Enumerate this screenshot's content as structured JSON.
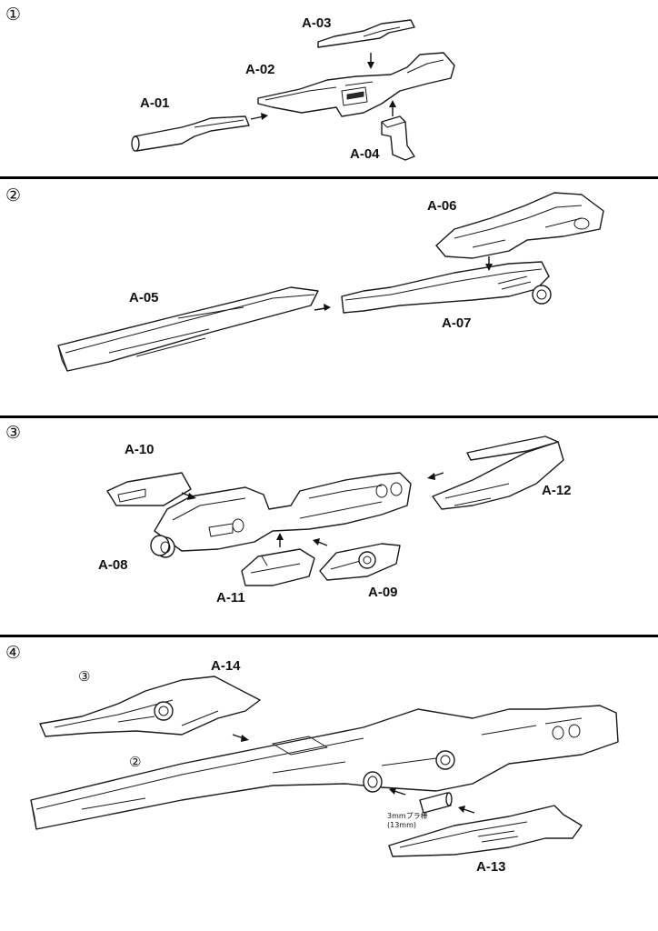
{
  "steps": [
    {
      "number": "①",
      "parts": [
        "A-01",
        "A-02",
        "A-03",
        "A-04"
      ]
    },
    {
      "number": "②",
      "parts": [
        "A-05",
        "A-06",
        "A-07"
      ]
    },
    {
      "number": "③",
      "parts": [
        "A-08",
        "A-09",
        "A-10",
        "A-11",
        "A-12"
      ]
    },
    {
      "number": "④",
      "parts": [
        "A-13",
        "A-14"
      ],
      "sub_refs": [
        "③",
        "②"
      ],
      "note": [
        "3mmプラ棒",
        "(13mm)"
      ]
    }
  ]
}
